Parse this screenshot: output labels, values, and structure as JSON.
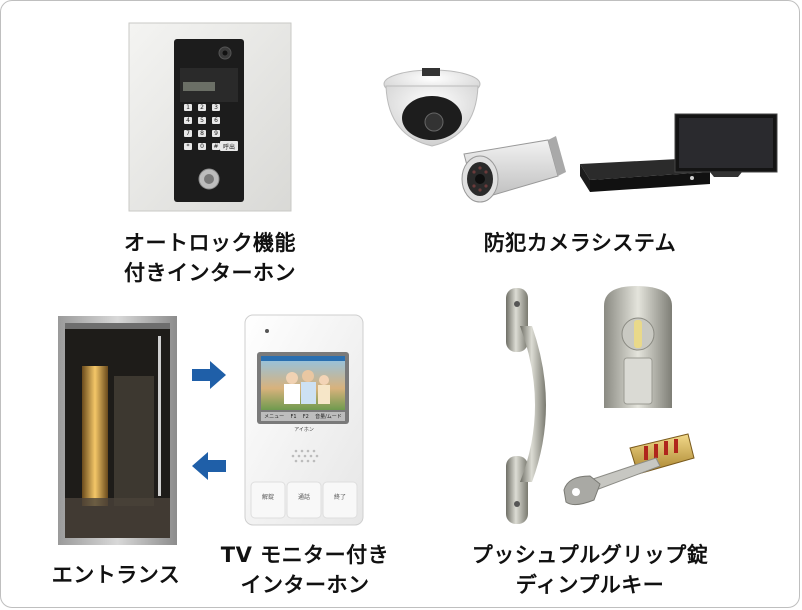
{
  "captions": {
    "autolock_line1": "オートロック機能",
    "autolock_line2": "付きインターホン",
    "security_camera": "防犯カメラシステム",
    "entrance": "エントランス",
    "tv_intercom_line1": "TV モニター付き",
    "tv_intercom_line2": "インターホン",
    "pushpull_line1": "プッシュプルグリップ錠",
    "pushpull_line2": "ディンプルキー"
  },
  "autolock_panel": {
    "keys": [
      "1",
      "2",
      "3",
      "4",
      "5",
      "6",
      "7",
      "8",
      "9",
      "*",
      "0",
      "#"
    ],
    "call_key": "呼出"
  },
  "monitor": {
    "soft_keys": [
      "メニュー",
      "F1",
      "F2",
      "音量/ムード"
    ],
    "brand": "アイホン",
    "buttons": [
      "解錠",
      "通話",
      "終了"
    ]
  },
  "colors": {
    "arrow": "#1f5fa8",
    "caption": "#111111"
  }
}
